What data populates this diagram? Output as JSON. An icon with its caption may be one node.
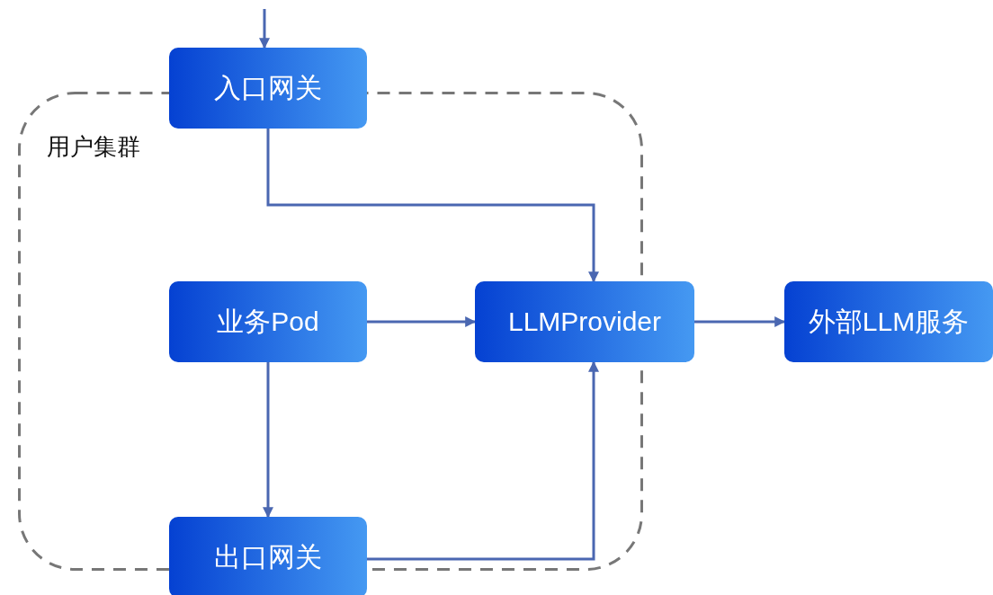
{
  "diagram": {
    "nodes": [
      {
        "text": [
          "用户集群"
        ]
      },
      {
        "text": [
          "入口网关"
        ]
      },
      {
        "text": [
          "业务Pod"
        ],
        "in": 0
      },
      {
        "text": [
          "LLMProvider"
        ]
      },
      {
        "text": [
          "外部LLM服务"
        ]
      },
      {
        "text": [
          "出口网关"
        ]
      }
    ],
    "edges": [
      {
        "from": null,
        "to": 1,
        "arrow": "to"
      },
      {
        "from": 1,
        "to": 3,
        "arrow": "to"
      },
      {
        "from": 2,
        "to": 3,
        "arrow": "to"
      },
      {
        "from": 3,
        "to": 4,
        "arrow": "to"
      },
      {
        "from": 2,
        "to": 5,
        "arrow": "to"
      },
      {
        "from": 5,
        "to": 3,
        "arrow": "to"
      }
    ]
  }
}
